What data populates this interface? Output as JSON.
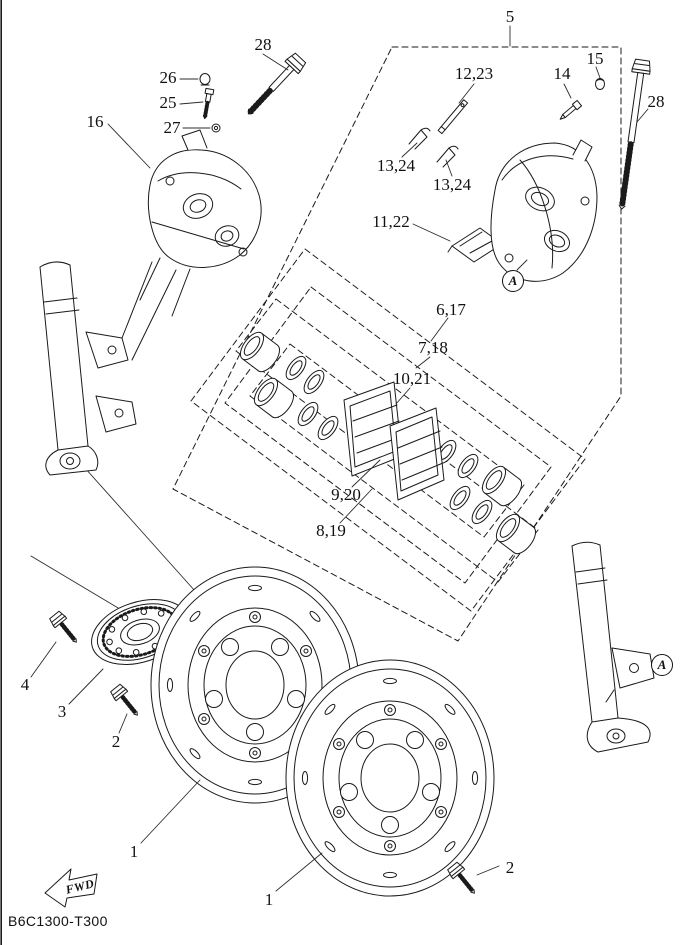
{
  "diagram": {
    "code": "B6C1300-T300",
    "fwd_label": "FWD",
    "line_color": "#1a1a1a",
    "background": "#ffffff"
  },
  "markers": [
    {
      "text": "A"
    },
    {
      "text": "A"
    }
  ],
  "callouts": [
    {
      "text": "28"
    },
    {
      "text": "26"
    },
    {
      "text": "25"
    },
    {
      "text": "16"
    },
    {
      "text": "27"
    },
    {
      "text": "5"
    },
    {
      "text": "12,23"
    },
    {
      "text": "14"
    },
    {
      "text": "15"
    },
    {
      "text": "28"
    },
    {
      "text": "13,24"
    },
    {
      "text": "13,24"
    },
    {
      "text": "11,22"
    },
    {
      "text": "6,17"
    },
    {
      "text": "7,18"
    },
    {
      "text": "10,21"
    },
    {
      "text": "9,20"
    },
    {
      "text": "8,19"
    },
    {
      "text": "4"
    },
    {
      "text": "3"
    },
    {
      "text": "2"
    },
    {
      "text": "1"
    },
    {
      "text": "1"
    },
    {
      "text": "2"
    }
  ]
}
